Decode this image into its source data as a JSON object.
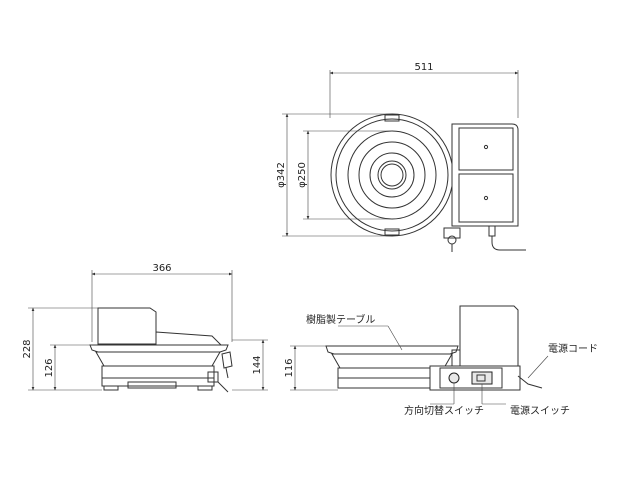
{
  "top_view": {
    "width_dim": "511",
    "outer_dia": "φ342",
    "inner_dia": "φ250"
  },
  "front_view": {
    "width_dim": "366",
    "total_height": "228",
    "table_height": "126",
    "switch_height": "144"
  },
  "side_view": {
    "table_height": "116",
    "label_table": "樹脂製テーブル",
    "label_cord": "電源コード",
    "label_dir_switch": "方向切替スイッチ",
    "label_power_switch": "電源スイッチ"
  }
}
